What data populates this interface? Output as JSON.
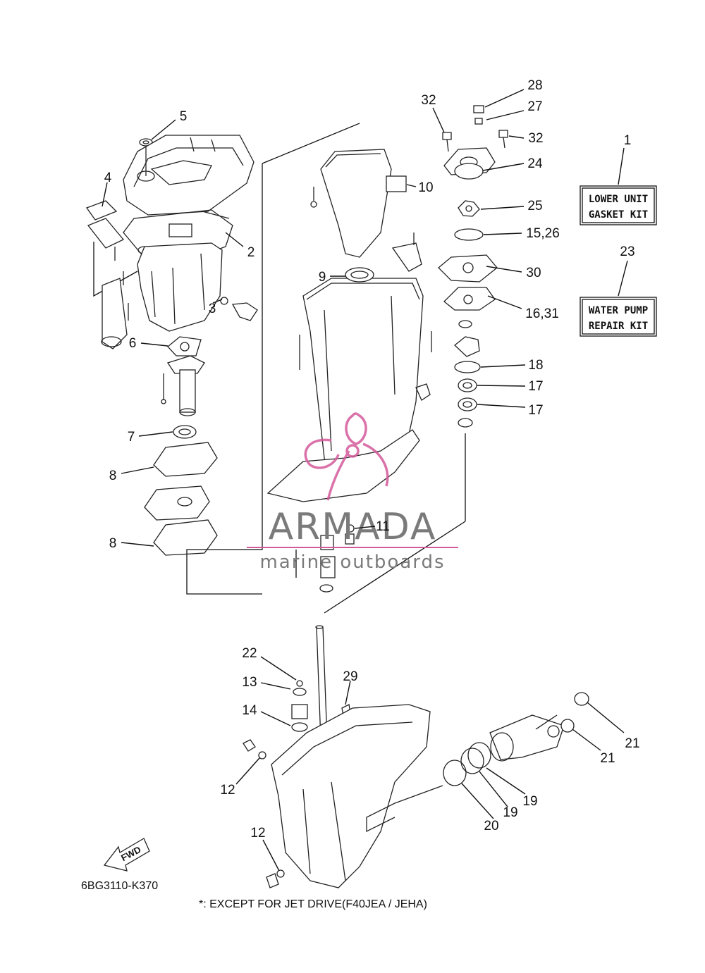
{
  "diagram": {
    "parts_code": "6BG3110-K370",
    "footnote": "*: EXCEPT FOR JET DRIVE(F40JEA / JEHA)",
    "fwd_label": "FWD",
    "kits": [
      {
        "number": "1",
        "line1": "LOWER UNIT",
        "line2": "GASKET KIT"
      },
      {
        "number": "23",
        "line1": "WATER PUMP",
        "line2": "REPAIR KIT"
      }
    ],
    "callouts": [
      "28",
      "32",
      "27",
      "32",
      "5",
      "24",
      "10",
      "4",
      "25",
      "15,26",
      "2",
      "9",
      "30",
      "16,31",
      "3",
      "6",
      "18",
      "17",
      "17",
      "7",
      "8",
      "8",
      "11",
      "22",
      "29",
      "13",
      "14",
      "21",
      "21",
      "12",
      "19",
      "19",
      "20",
      "12"
    ]
  },
  "watermark": {
    "brand": "ARMADA",
    "tagline": "marine outboards",
    "color": "#d45a9b"
  }
}
